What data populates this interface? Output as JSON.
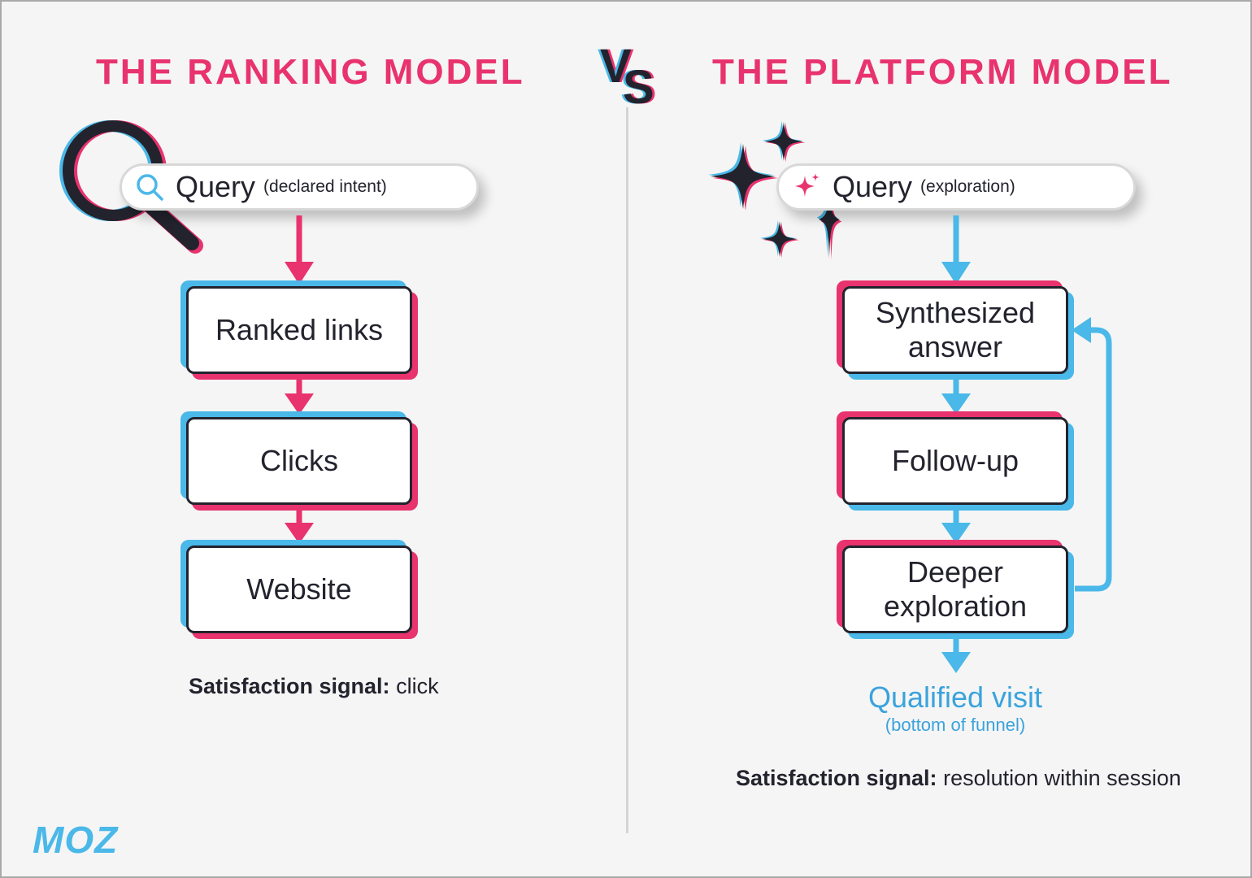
{
  "left": {
    "title": "THE RANKING MODEL",
    "query_main": "Query",
    "query_sub": "(declared intent)",
    "steps": [
      "Ranked links",
      "Clicks",
      "Website"
    ],
    "signal_label": "Satisfaction signal:",
    "signal_value": "click"
  },
  "vs": {
    "v": "V",
    "s": "S"
  },
  "right": {
    "title": "THE PLATFORM MODEL",
    "query_main": "Query",
    "query_sub": "(exploration)",
    "steps": [
      "Synthesized answer",
      "Follow-up",
      "Deeper exploration"
    ],
    "outcome_main": "Qualified visit",
    "outcome_sub": "(bottom of funnel)",
    "signal_label": "Satisfaction signal:",
    "signal_value": "resolution within session"
  },
  "logo": "MOZ",
  "colors": {
    "accent_pink": "#e8336e",
    "accent_blue": "#4ab8e8",
    "dark": "#23232e"
  },
  "icons": {
    "left_query": "search-icon",
    "right_query": "sparkle-icon",
    "left_decor": "magnifier-icon",
    "right_decor": "sparkles-icon"
  }
}
